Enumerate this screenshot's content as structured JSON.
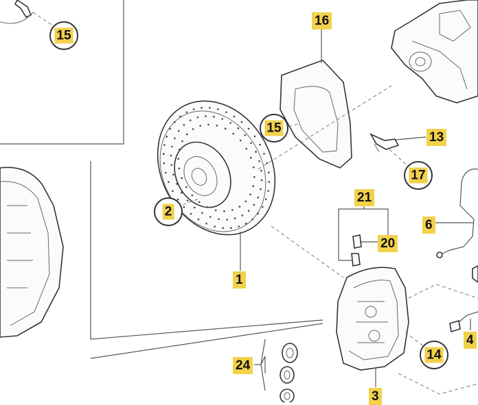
{
  "labels": {
    "c15_top": "15",
    "c15_mid": "15",
    "c2": "2",
    "c17": "17",
    "c14": "14",
    "t16": "16",
    "t13": "13",
    "t21": "21",
    "t20": "20",
    "t6": "6",
    "t1": "1",
    "t24": "24",
    "t3": "3",
    "t4": "4"
  },
  "colors": {
    "tag": "#f2d14b",
    "line": "#555555"
  }
}
